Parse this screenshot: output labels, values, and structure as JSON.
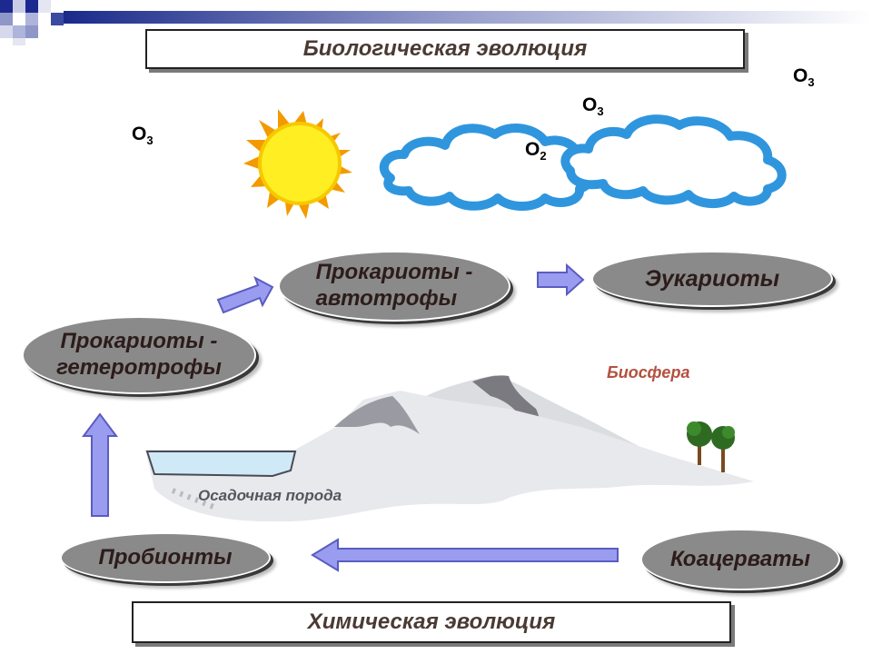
{
  "titles": {
    "biological": "Биологическая эволюция",
    "chemical": "Химическая эволюция"
  },
  "atmosphere": {
    "o3_left": {
      "symbol": "O",
      "subscript": "3"
    },
    "o3_middle": {
      "symbol": "O",
      "subscript": "3"
    },
    "o3_right": {
      "symbol": "O",
      "subscript": "3"
    },
    "o2": {
      "symbol": "O",
      "subscript": "2"
    }
  },
  "stages": {
    "prokaryotes_autotrophs": [
      "Прокариоты -",
      "автотрофы"
    ],
    "eukaryotes": "Эукариоты",
    "prokaryotes_heterotrophs": [
      "Прокариоты -",
      "гетеротрофы"
    ],
    "probionts": "Пробионты",
    "coacervates": "Коацерваты"
  },
  "landscape": {
    "biosphere_label": "Биосфера",
    "sedimentary_rock_label": "Осадочная порода"
  },
  "colors": {
    "pill_fill": "#8a8a8a",
    "arrow_fill": "#9a9cf0",
    "sun_fill": "#ffee22",
    "sun_rays": "#f39a00",
    "cloud_fill": "#ffffff",
    "cloud_edge": "#2f96de",
    "biosphere_text": "#b3513f",
    "water": "#cfe9f7"
  }
}
